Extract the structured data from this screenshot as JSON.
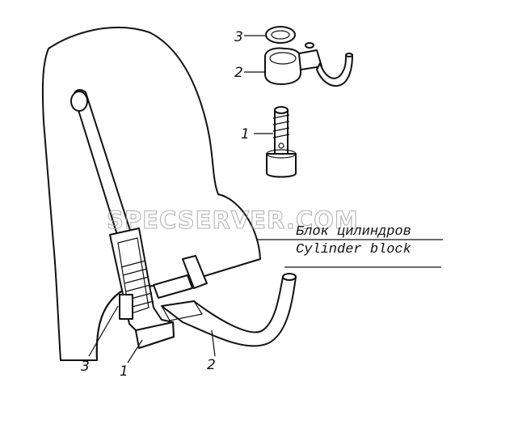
{
  "labels": {
    "caption_ru": "Блок цилиндров",
    "caption_en": "Cylinder block",
    "watermark": "SPECSERVER.COM",
    "detail": {
      "item3": "3",
      "item2": "2",
      "item1": "1"
    },
    "assembly": {
      "item3": "3",
      "item1": "1",
      "item2": "2"
    }
  }
}
